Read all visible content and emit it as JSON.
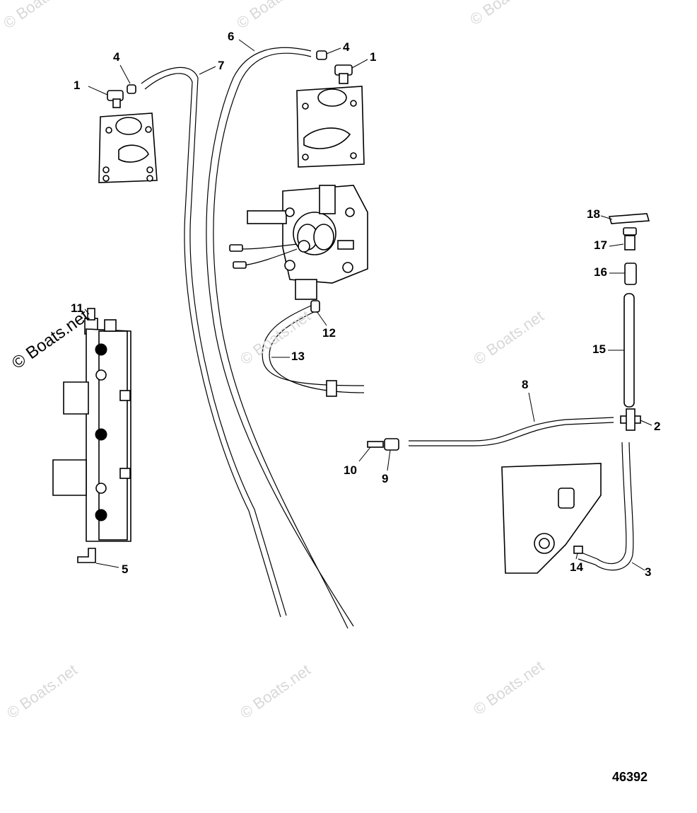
{
  "diagram": {
    "drawing_number": "46392",
    "watermark": "© Boats.net",
    "callouts": [
      "1",
      "4",
      "7",
      "6",
      "4",
      "1",
      "18",
      "17",
      "16",
      "11",
      "12",
      "13",
      "15",
      "8",
      "2",
      "10",
      "9",
      "14",
      "3",
      "5"
    ]
  }
}
